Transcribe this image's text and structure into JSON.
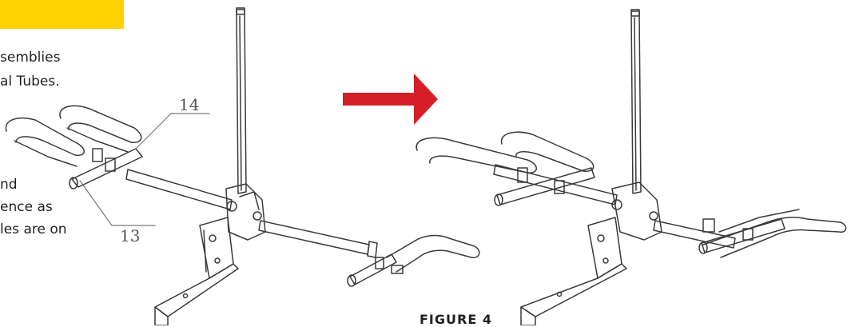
{
  "instructions": {
    "line1": "semblies",
    "line2": "al Tubes.",
    "line3": "nd",
    "line4": "ence as",
    "line5": "les are on"
  },
  "callouts": {
    "part_a": "14",
    "part_b": "13"
  },
  "figure": {
    "caption": "FIGURE 4"
  },
  "colors": {
    "header_bar": "#fed102",
    "arrow": "#d41f26",
    "line_art": "#3a3a3a"
  }
}
